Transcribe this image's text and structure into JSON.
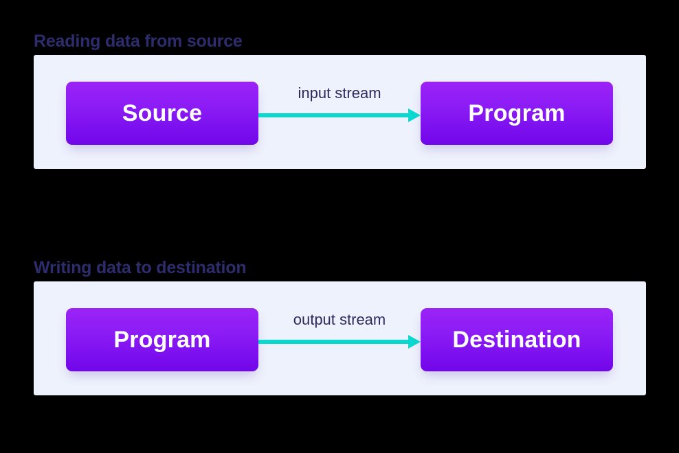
{
  "theme": {
    "page_background": "#000000",
    "panel_background": "#eef2fc",
    "title_color": "#2d2d6e",
    "label_color": "#2b2b5e",
    "node_gradient_top": "#9b23f7",
    "node_gradient_bottom": "#7106ea",
    "node_text_color": "#ffffff",
    "arrow_color": "#0ad9cf"
  },
  "sections": [
    {
      "id": "reading",
      "title": "Reading data from source",
      "source_node": {
        "label": "Source",
        "name": "source"
      },
      "edge": {
        "label": "input stream",
        "direction": "right",
        "icon": "arrow-right-icon"
      },
      "target_node": {
        "label": "Program",
        "name": "program"
      }
    },
    {
      "id": "writing",
      "title": "Writing data to destination",
      "source_node": {
        "label": "Program",
        "name": "program"
      },
      "edge": {
        "label": "output stream",
        "direction": "right",
        "icon": "arrow-right-icon"
      },
      "target_node": {
        "label": "Destination",
        "name": "destination"
      }
    }
  ]
}
